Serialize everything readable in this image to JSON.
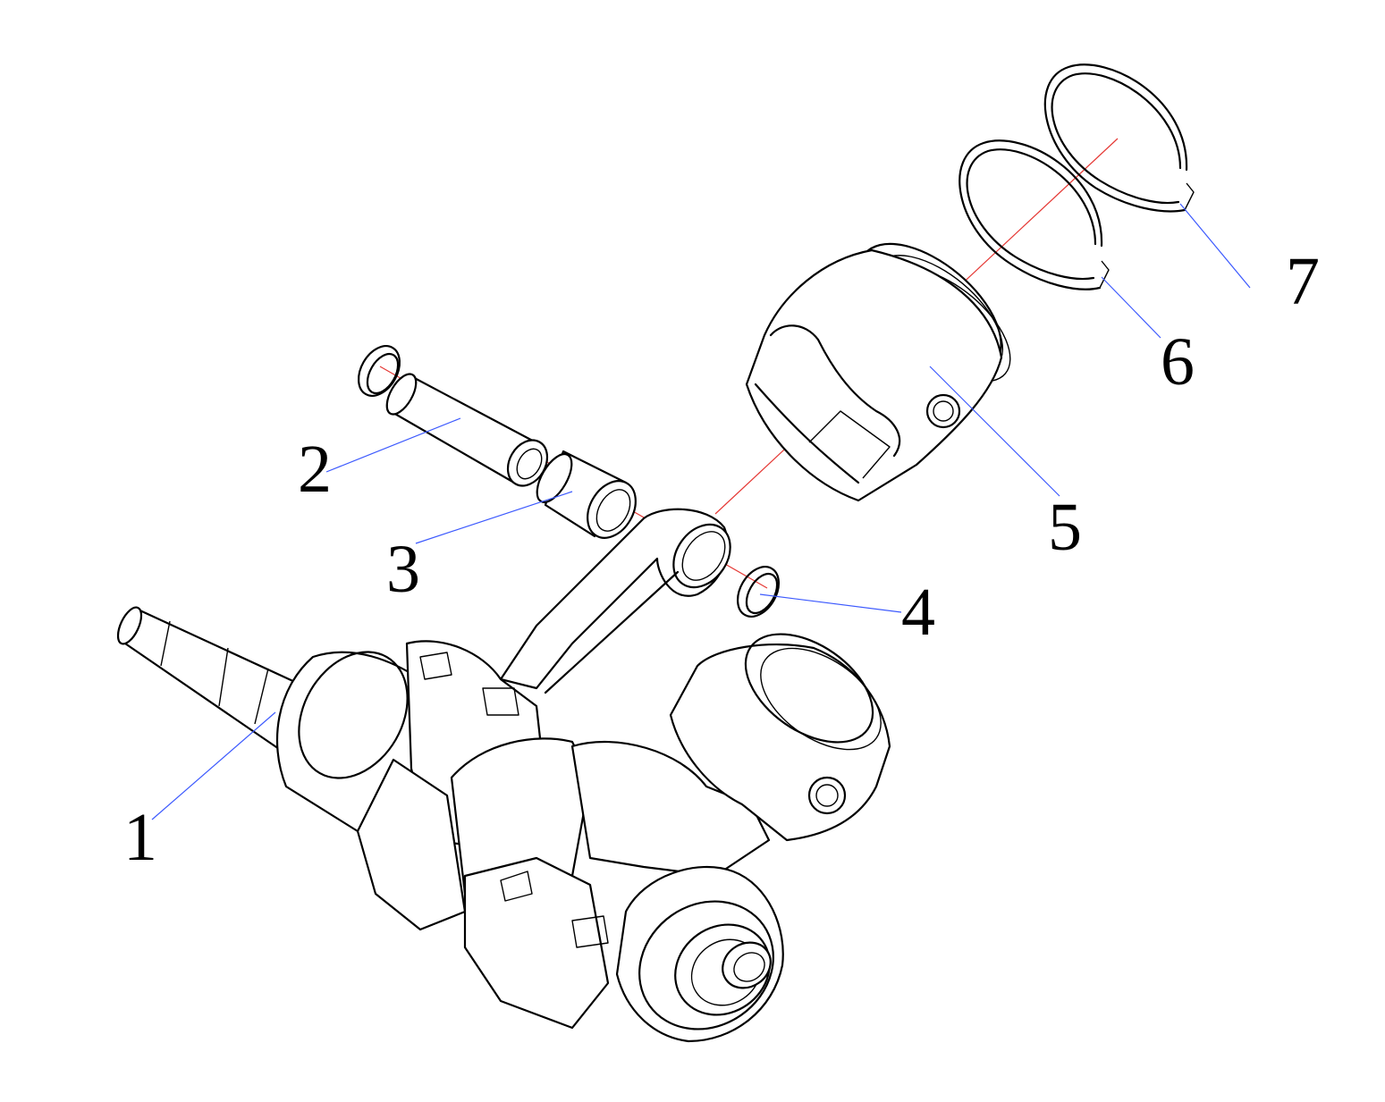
{
  "colors": {
    "outline": "#000000",
    "centerline": "#e53935",
    "leader": "#3d5afe",
    "background": "#ffffff"
  },
  "callouts": [
    {
      "id": "1",
      "label": "1"
    },
    {
      "id": "2",
      "label": "2"
    },
    {
      "id": "3",
      "label": "3"
    },
    {
      "id": "4",
      "label": "4"
    },
    {
      "id": "5",
      "label": "5"
    },
    {
      "id": "6",
      "label": "6"
    },
    {
      "id": "7",
      "label": "7"
    }
  ]
}
